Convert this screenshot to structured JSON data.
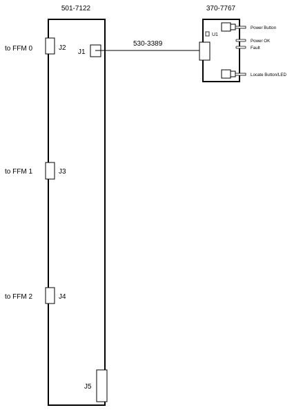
{
  "main_board": {
    "part_number": "501-7122",
    "connectors": {
      "j1": "J1",
      "j2": "J2",
      "j3": "J3",
      "j4": "J4",
      "j5": "J5"
    },
    "ffm_labels": [
      "to FFM 0",
      "to FFM 1",
      "to FFM 2"
    ]
  },
  "cable": {
    "part_number": "530-3389"
  },
  "front_panel_board": {
    "part_number": "370-7767",
    "chip_label": "U1",
    "indicators": {
      "power_button": "Power Button",
      "power_ok": "Power OK",
      "fault": "Fault",
      "locate": "Locate Button/LED"
    }
  },
  "colors": {
    "line": "#000000",
    "background": "#ffffff"
  }
}
